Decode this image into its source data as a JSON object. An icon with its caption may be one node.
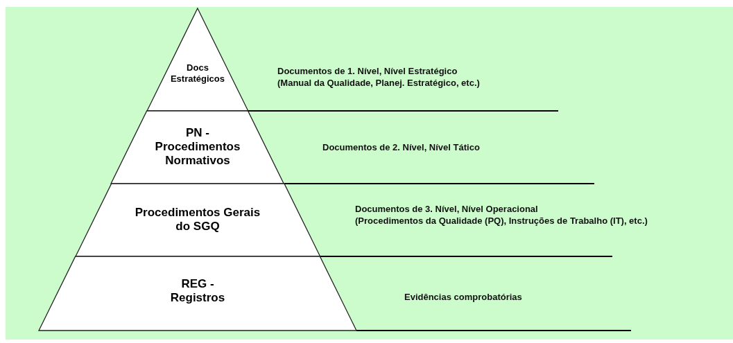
{
  "diagram": {
    "nodes": [
      {
        "text": [
          "Docs Estratégicos"
        ]
      },
      {
        "text": [
          "PN - Procedimentos Normativos"
        ]
      },
      {
        "text": [
          "Procedimentos Gerais do SGQ"
        ]
      },
      {
        "text": [
          "REG - Registros"
        ]
      }
    ],
    "labels": [
      "Documentos de 1. Nível, Nível Estratégico",
      "(Manual da Qualidade, Planej. Estratégico, etc.)",
      "Documentos de 2. Nível, Nível Tático",
      "Documentos de 3. Nível, Nível Operacional",
      "(Procedimentos da Qualidade (PQ), Instruções de Trabalho (IT), etc.)",
      "Evidências comprobatórias"
    ]
  }
}
